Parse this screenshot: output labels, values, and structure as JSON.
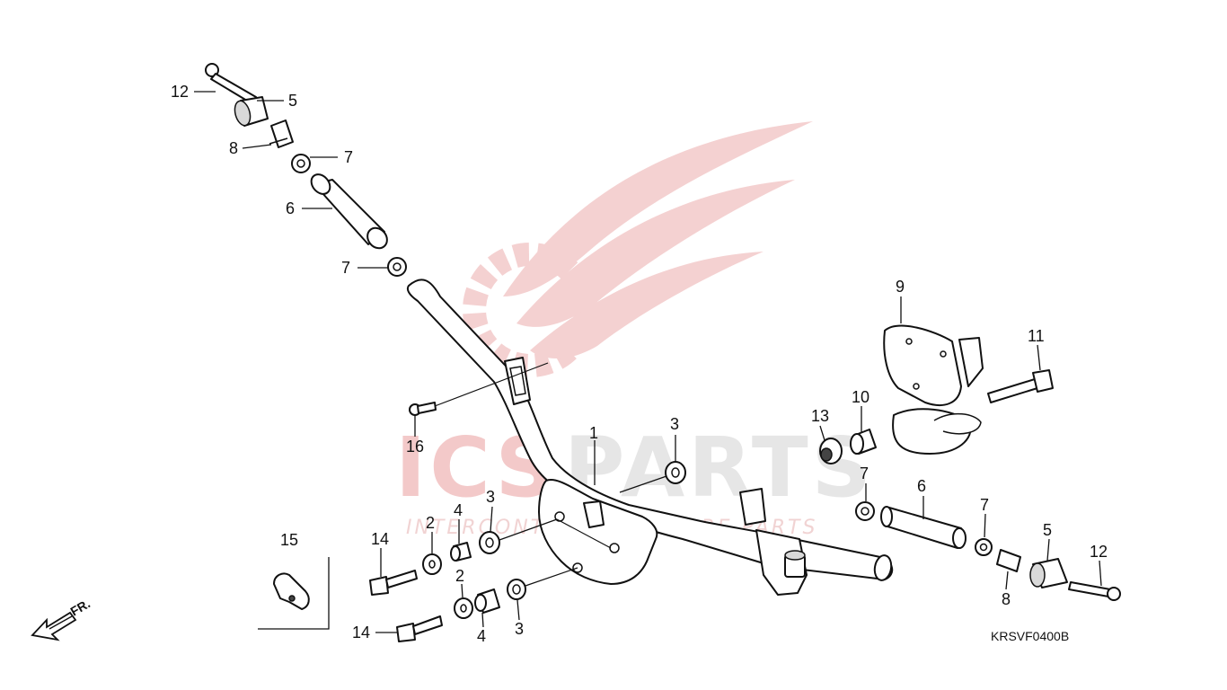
{
  "diagram": {
    "code": "KRSVF0400B",
    "direction_label": "FR.",
    "watermark": {
      "brand_left": "ICS",
      "brand_right": "PARTS",
      "tagline": "INTERCONTINENTAL SPARE PARTS",
      "colors": {
        "red": "#f3c9c9",
        "grey": "#e6e6e6"
      }
    },
    "callouts": [
      {
        "id": "c12a",
        "label": "12"
      },
      {
        "id": "c5a",
        "label": "5"
      },
      {
        "id": "c8a",
        "label": "8"
      },
      {
        "id": "c7a",
        "label": "7"
      },
      {
        "id": "c6a",
        "label": "6"
      },
      {
        "id": "c7b",
        "label": "7"
      },
      {
        "id": "c16",
        "label": "16"
      },
      {
        "id": "c1",
        "label": "1"
      },
      {
        "id": "c3a",
        "label": "3"
      },
      {
        "id": "c9",
        "label": "9"
      },
      {
        "id": "c11",
        "label": "11"
      },
      {
        "id": "c10",
        "label": "10"
      },
      {
        "id": "c13",
        "label": "13"
      },
      {
        "id": "c7c",
        "label": "7"
      },
      {
        "id": "c6b",
        "label": "6"
      },
      {
        "id": "c7d",
        "label": "7"
      },
      {
        "id": "c5b",
        "label": "5"
      },
      {
        "id": "c12b",
        "label": "12"
      },
      {
        "id": "c8b",
        "label": "8"
      },
      {
        "id": "c15",
        "label": "15"
      },
      {
        "id": "c14a",
        "label": "14"
      },
      {
        "id": "c2a",
        "label": "2"
      },
      {
        "id": "c4a",
        "label": "4"
      },
      {
        "id": "c3b",
        "label": "3"
      },
      {
        "id": "c2b",
        "label": "2"
      },
      {
        "id": "c4b",
        "label": "4"
      },
      {
        "id": "c3c",
        "label": "3"
      },
      {
        "id": "c14b",
        "label": "14"
      }
    ]
  }
}
